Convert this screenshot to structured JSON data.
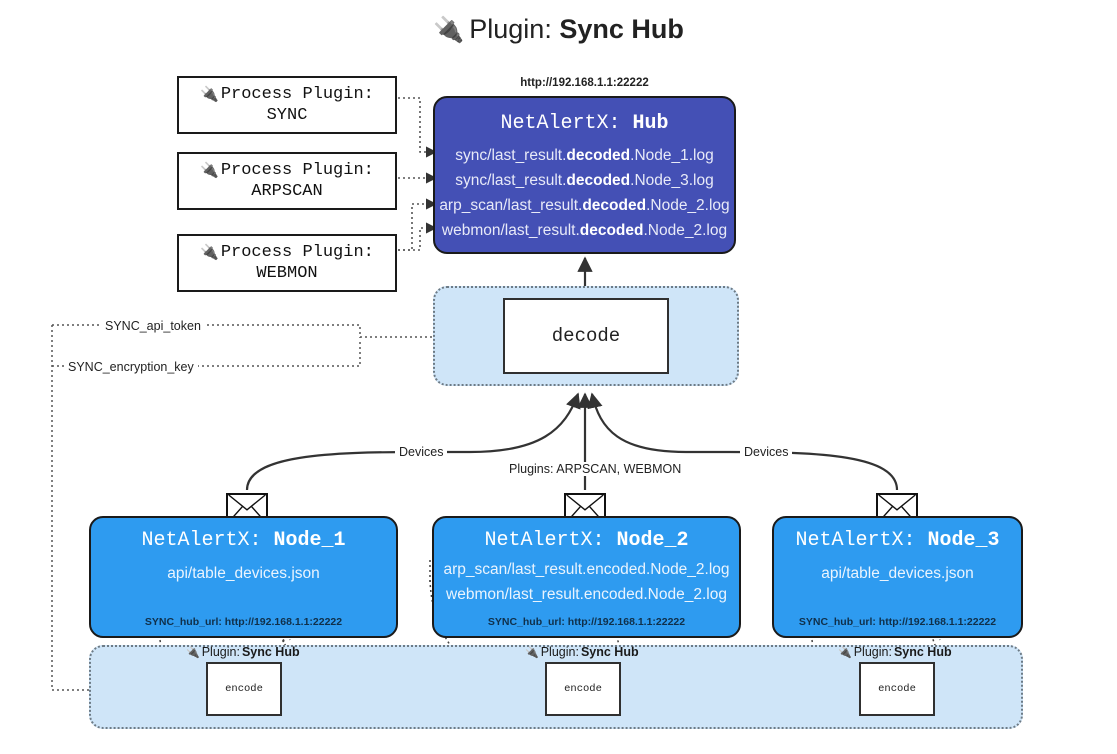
{
  "title": {
    "plug_icon": "🔌",
    "prefix": "Plugin: ",
    "name": "Sync Hub"
  },
  "process_plugins": [
    {
      "icon": "🔌",
      "label": "Process Plugin:",
      "name": "SYNC"
    },
    {
      "icon": "🔌",
      "label": "Process Plugin:",
      "name": "ARPSCAN"
    },
    {
      "icon": "🔌",
      "label": "Process Plugin:",
      "name": "WEBMON"
    }
  ],
  "hub": {
    "url": "http://192.168.1.1:22222",
    "title_prefix": "NetAlertX: ",
    "title_name": "Hub",
    "lines": [
      {
        "pre": "sync/last_result.",
        "bold": "decoded",
        "post": ".Node_1.log"
      },
      {
        "pre": "sync/last_result.",
        "bold": "decoded",
        "post": ".Node_3.log"
      },
      {
        "pre": "arp_scan/last_result.",
        "bold": "decoded",
        "post": ".Node_2.log"
      },
      {
        "pre": "webmon/last_result.",
        "bold": "decoded",
        "post": ".Node_2.log"
      }
    ]
  },
  "decode": {
    "label": "decode"
  },
  "settings": {
    "api_token": "SYNC_api_token",
    "encryption_key": "SYNC_encryption_key"
  },
  "edge_labels": {
    "devices_left": "Devices",
    "devices_right": "Devices",
    "plugins_middle": "Plugins: ARPSCAN, WEBMON"
  },
  "nodes": [
    {
      "title_prefix": "NetAlertX: ",
      "title_name": "Node_1",
      "lines": [
        "api/table_devices.json"
      ],
      "footer": "SYNC_hub_url: http://192.168.1.1:22222"
    },
    {
      "title_prefix": "NetAlertX: ",
      "title_name": "Node_2",
      "lines": [
        "arp_scan/last_result.encoded.Node_2.log",
        "webmon/last_result.encoded.Node_2.log"
      ],
      "footer": "SYNC_hub_url: http://192.168.1.1:22222"
    },
    {
      "title_prefix": "NetAlertX: ",
      "title_name": "Node_3",
      "lines": [
        "api/table_devices.json"
      ],
      "footer": "SYNC_hub_url: http://192.168.1.1:22222"
    }
  ],
  "encoders": [
    {
      "icon": "🔌",
      "label_prefix": "Plugin: ",
      "label_name": "Sync Hub",
      "box": "encode"
    },
    {
      "icon": "🔌",
      "label_prefix": "Plugin: ",
      "label_name": "Sync Hub",
      "box": "encode"
    },
    {
      "icon": "🔌",
      "label_prefix": "Plugin: ",
      "label_name": "Sync Hub",
      "box": "encode"
    }
  ],
  "colors": {
    "hub_fill": "#4450b5",
    "node_fill": "#2e9bf0",
    "container_fill": "#cfe5f8",
    "stroke": "#1a1a1a"
  }
}
